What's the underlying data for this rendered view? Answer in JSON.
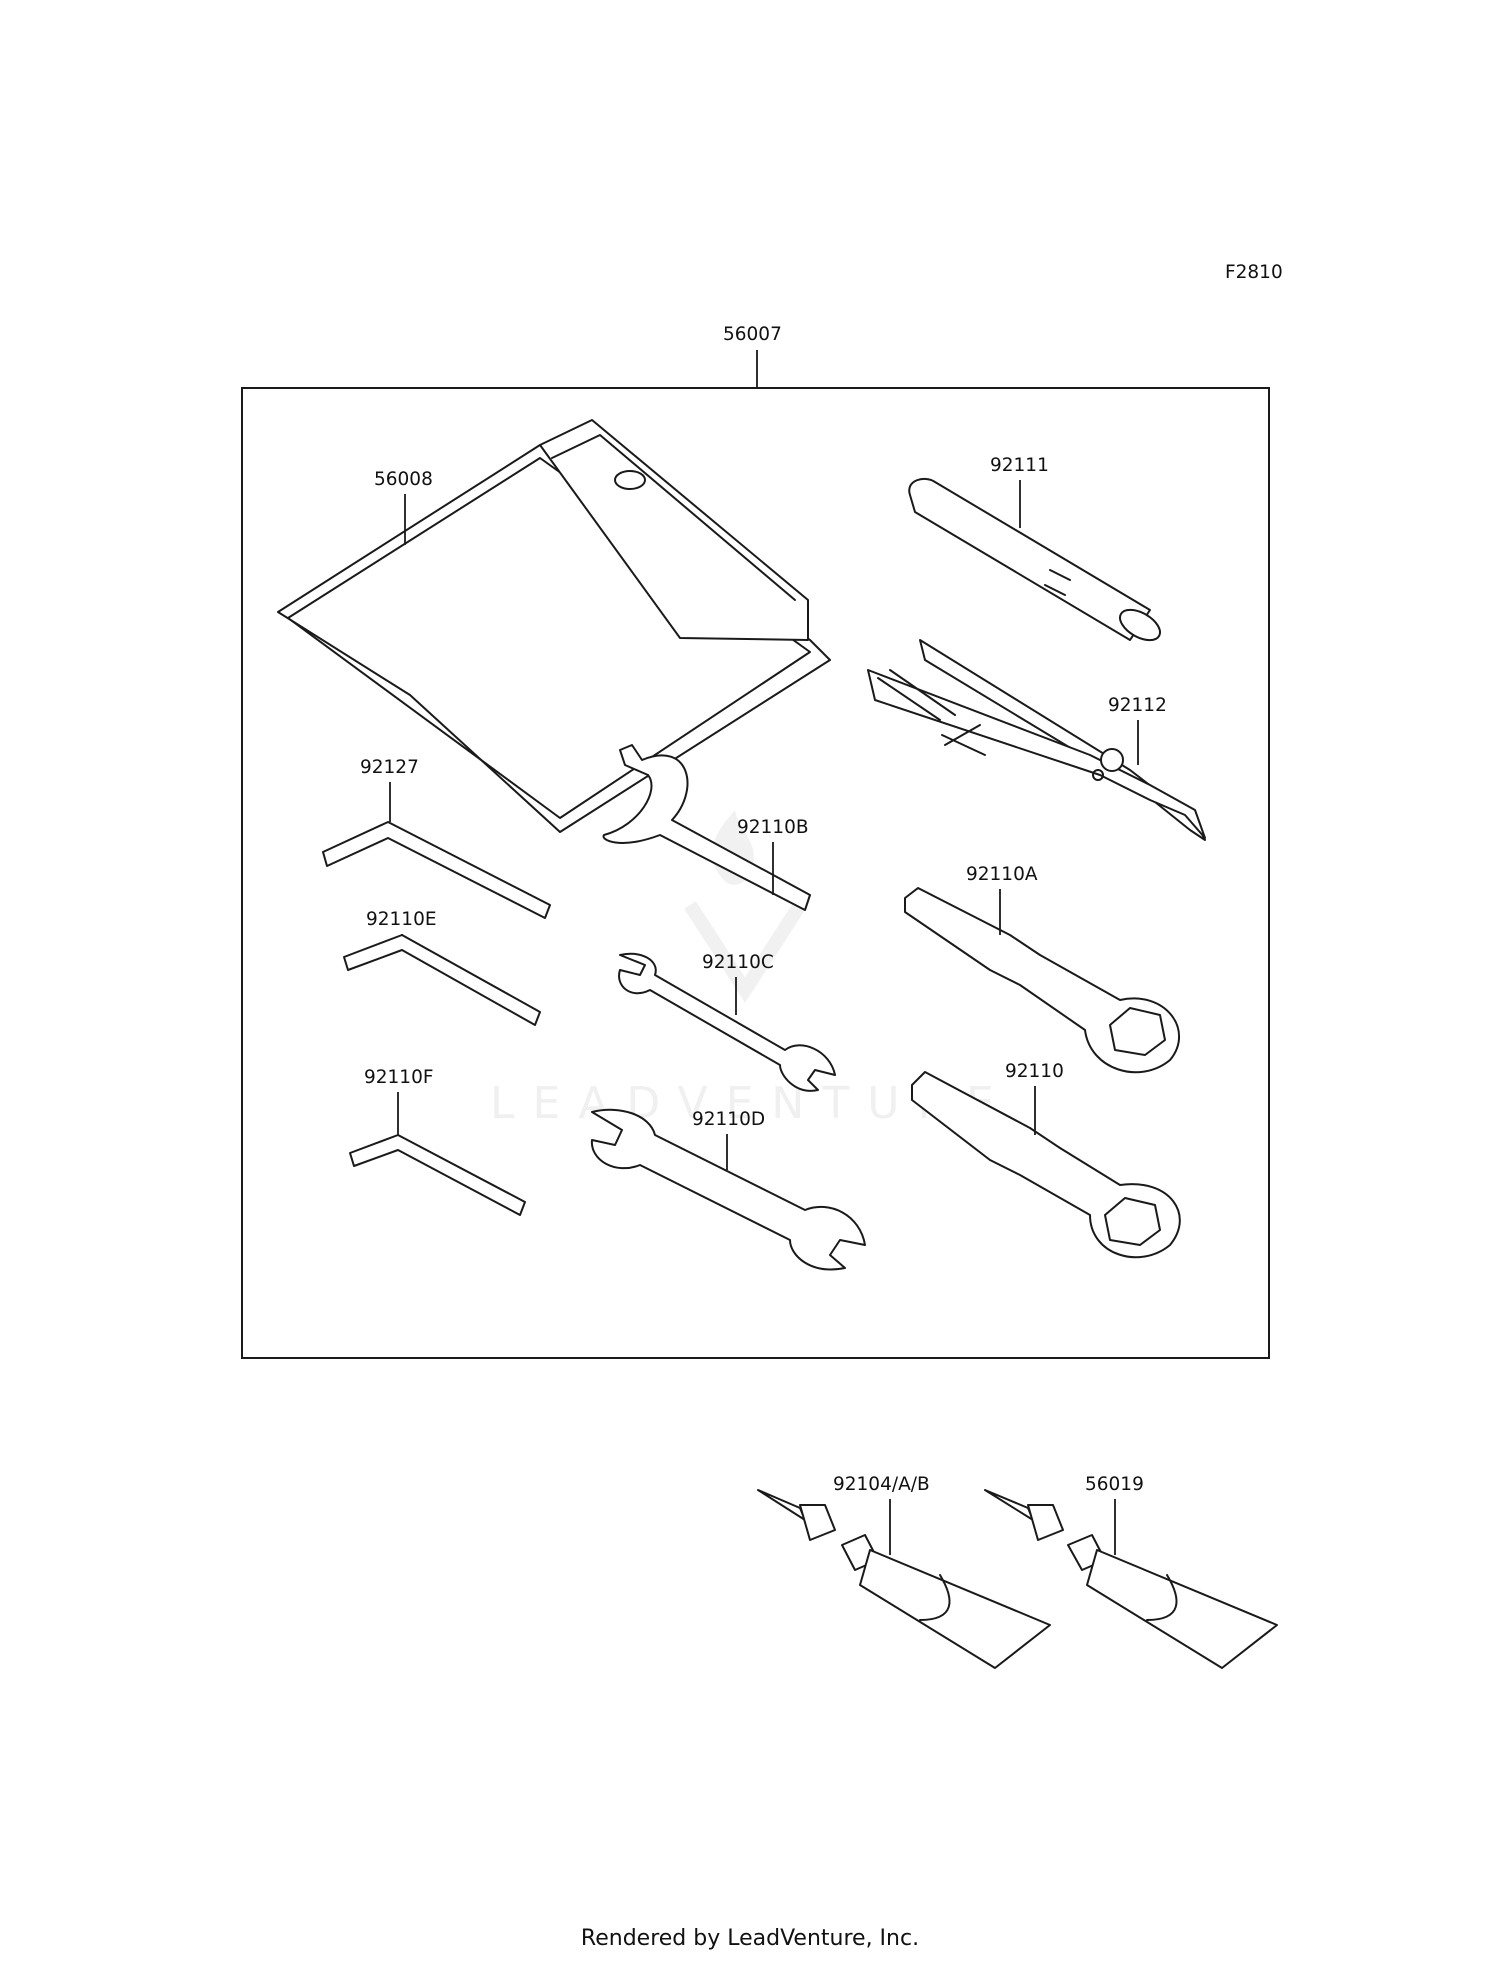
{
  "diagram": {
    "figure_code": "F2810",
    "kit_part": "56007",
    "watermark": "LEADVENTURE",
    "parts": {
      "case": "56008",
      "pipe": "92111",
      "pliers": "92112",
      "hex_wrench_1": "92127",
      "hook_wrench": "92110B",
      "box_wrench_a": "92110A",
      "hex_wrench_2": "92110E",
      "open_wrench_small": "92110C",
      "box_wrench": "92110",
      "hex_wrench_3": "92110F",
      "open_wrench_large": "92110D",
      "tube_1": "92104/A/B",
      "tube_2": "56019"
    }
  },
  "footer": {
    "text": "Rendered by LeadVenture, Inc."
  }
}
